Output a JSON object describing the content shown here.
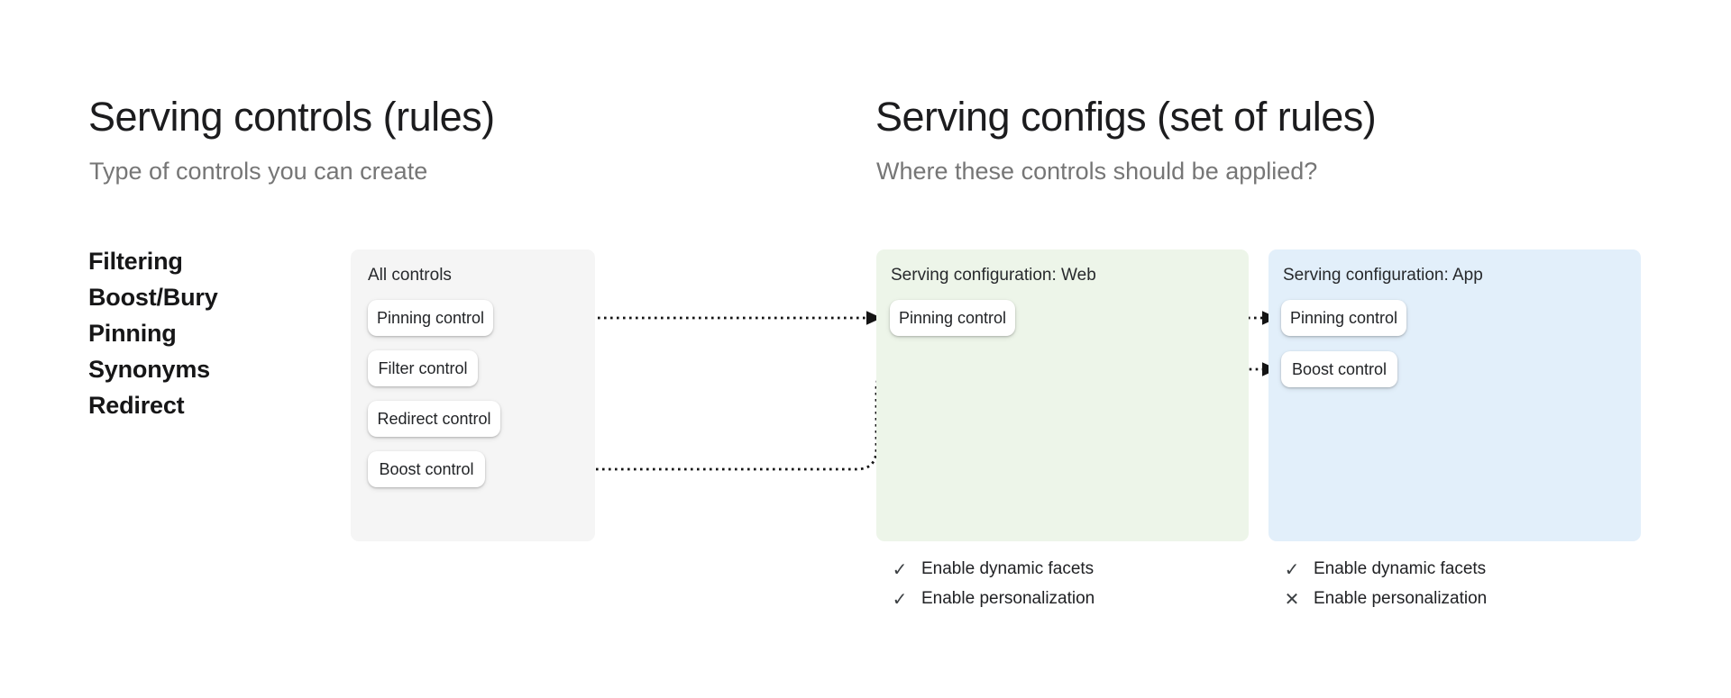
{
  "left_section": {
    "title": "Serving controls (rules)",
    "subtitle": "Type of controls you can create",
    "control_types": [
      {
        "label": "Filtering"
      },
      {
        "label": "Boost/Bury"
      },
      {
        "label": "Pinning"
      },
      {
        "label": "Synonyms"
      },
      {
        "label": "Redirect"
      }
    ]
  },
  "right_section": {
    "title": "Serving configs (set of rules)",
    "subtitle": "Where these controls should be applied?"
  },
  "all_controls_card": {
    "label": "All controls",
    "background": "#f5f5f5",
    "buttons": [
      {
        "label": "Pinning control"
      },
      {
        "label": "Filter control"
      },
      {
        "label": "Redirect control"
      },
      {
        "label": "Boost control"
      }
    ]
  },
  "web_config_card": {
    "label": "Serving configuration: Web",
    "background": "#edf5e9",
    "buttons": [
      {
        "label": "Pinning control"
      }
    ],
    "features": [
      {
        "label": "Enable dynamic facets",
        "status": "enabled",
        "glyph": "✓"
      },
      {
        "label": "Enable personalization",
        "status": "enabled",
        "glyph": "✓"
      }
    ]
  },
  "app_config_card": {
    "label": "Serving configuration: App",
    "background": "#e2effa",
    "buttons": [
      {
        "label": "Pinning control"
      },
      {
        "label": "Boost control"
      }
    ],
    "features": [
      {
        "label": "Enable dynamic facets",
        "status": "enabled",
        "glyph": "✓"
      },
      {
        "label": "Enable personalization",
        "status": "disabled",
        "glyph": "✕"
      }
    ]
  },
  "arrows": {
    "color": "#141414",
    "connections": [
      {
        "from": "all-controls-pinning",
        "to": "web-config-pinning"
      },
      {
        "from": "web-config-pinning",
        "to": "app-config-pinning"
      },
      {
        "from": "all-controls-boost",
        "to": "app-config-boost"
      }
    ]
  }
}
